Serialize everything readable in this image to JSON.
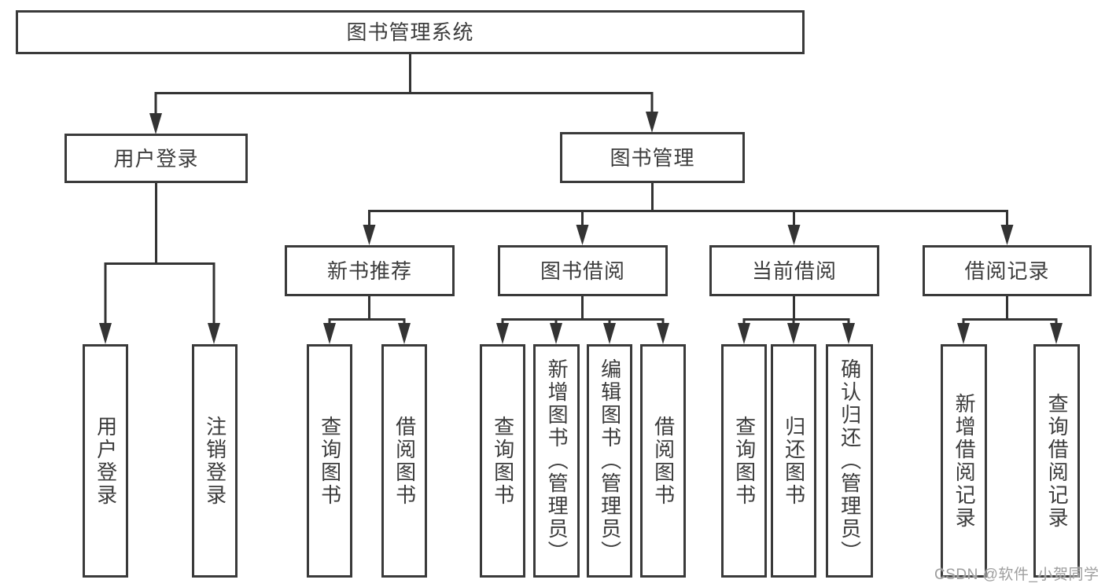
{
  "diagram": {
    "type": "hierarchy-tree",
    "title": "图书管理系统",
    "watermark": "CSDN @软件_小贺同学",
    "colors": {
      "background": "#ffffff",
      "box_border": "#3a3a3a",
      "connector_line": "#333333",
      "text": "#3c3c3c",
      "watermark_text": "#9e9e9e"
    },
    "nodes": {
      "root": {
        "label": "图书管理系统"
      },
      "level2": [
        {
          "label": "用户登录",
          "parent": "图书管理系统"
        },
        {
          "label": "图书管理",
          "parent": "图书管理系统"
        }
      ],
      "level3": [
        {
          "label": "新书推荐",
          "parent": "图书管理"
        },
        {
          "label": "图书借阅",
          "parent": "图书管理"
        },
        {
          "label": "当前借阅",
          "parent": "图书管理"
        },
        {
          "label": "借阅记录",
          "parent": "图书管理"
        }
      ],
      "leaves": [
        {
          "label": "用户登录",
          "parent": "用户登录"
        },
        {
          "label": "注销登录",
          "parent": "用户登录"
        },
        {
          "label": "查询图书",
          "parent": "新书推荐"
        },
        {
          "label": "借阅图书",
          "parent": "新书推荐"
        },
        {
          "label": "查询图书",
          "parent": "图书借阅"
        },
        {
          "label": "新增图书（管理员）",
          "parent": "图书借阅"
        },
        {
          "label": "编辑图书（管理员）",
          "parent": "图书借阅"
        },
        {
          "label": "借阅图书",
          "parent": "图书借阅"
        },
        {
          "label": "查询图书",
          "parent": "当前借阅"
        },
        {
          "label": "归还图书",
          "parent": "当前借阅"
        },
        {
          "label": "确认归还（管理员）",
          "parent": "当前借阅"
        },
        {
          "label": "新增借阅记录",
          "parent": "借阅记录"
        },
        {
          "label": "查询借阅记录",
          "parent": "借阅记录"
        }
      ]
    }
  }
}
